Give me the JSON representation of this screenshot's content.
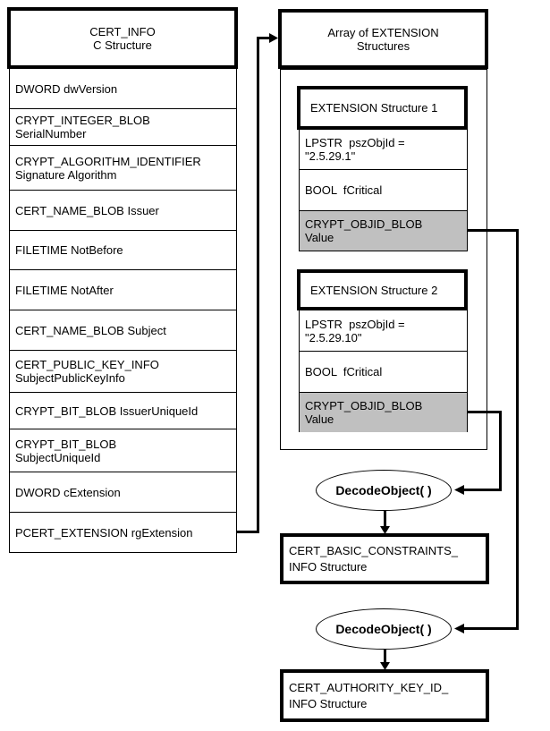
{
  "cert_info": {
    "title": [
      "CERT_INFO",
      "C Structure"
    ],
    "rows": [
      [
        "DWORD dwVersion",
        ""
      ],
      [
        "CRYPT_INTEGER_BLOB",
        "SerialNumber"
      ],
      [
        "CRYPT_ALGORITHM_IDENTIFIER",
        "Signature Algorithm"
      ],
      [
        "CERT_NAME_BLOB Issuer",
        ""
      ],
      [
        "FILETIME NotBefore",
        ""
      ],
      [
        "FILETIME NotAfter",
        ""
      ],
      [
        "CERT_NAME_BLOB Subject",
        ""
      ],
      [
        "CERT_PUBLIC_KEY_INFO",
        "SubjectPublicKeyInfo"
      ],
      [
        "CRYPT_BIT_BLOB IssuerUniqueId",
        ""
      ],
      [
        "CRYPT_BIT_BLOB",
        "SubjectUniqueId"
      ],
      [
        "DWORD cExtension",
        ""
      ],
      [
        "PCERT_EXTENSION rgExtension",
        ""
      ]
    ]
  },
  "extension_array": {
    "title": [
      "Array of EXTENSION",
      "Structures"
    ],
    "structures": [
      {
        "header": "EXTENSION Structure 1",
        "rows": [
          [
            "LPSTR  pszObjId =",
            "\"2.5.29.1\""
          ],
          [
            "BOOL  fCritical",
            ""
          ],
          [
            "CRYPT_OBJID_BLOB",
            "Value"
          ]
        ]
      },
      {
        "header": "EXTENSION Structure 2",
        "rows": [
          [
            "LPSTR  pszObjId =",
            "\"2.5.29.10\""
          ],
          [
            "BOOL  fCritical",
            ""
          ],
          [
            "CRYPT_OBJID_BLOB",
            "Value"
          ]
        ]
      }
    ]
  },
  "decode_calls": [
    {
      "label": "DecodeObject( )"
    },
    {
      "label": "DecodeObject( )"
    }
  ],
  "result_boxes": [
    [
      "CERT_BASIC_CONSTRAINTS_",
      "INFO Structure"
    ],
    [
      "CERT_AUTHORITY_KEY_ID_",
      "INFO Structure"
    ]
  ],
  "colors": {
    "highlight_row": "#c0c0c0",
    "line": "#000000",
    "background": "#ffffff"
  }
}
